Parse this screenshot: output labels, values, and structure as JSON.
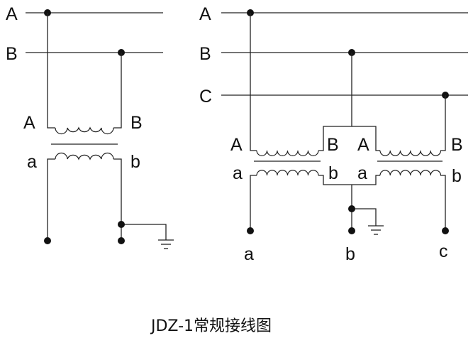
{
  "caption": "JDZ-1常规接线图",
  "left": {
    "bus_labels": [
      "A",
      "B"
    ],
    "primary_labels": [
      "A",
      "B"
    ],
    "secondary_labels": [
      "a",
      "b"
    ]
  },
  "right": {
    "bus_labels": [
      "A",
      "B",
      "C"
    ],
    "t1_primary": [
      "A",
      "B"
    ],
    "t1_secondary": [
      "a",
      "b"
    ],
    "t2_primary": [
      "A",
      "B"
    ],
    "t2_secondary": [
      "a",
      "b"
    ],
    "output_labels": [
      "a",
      "b",
      "c"
    ]
  },
  "colors": {
    "line": "#222222",
    "text": "#111111",
    "background": "#ffffff"
  },
  "icons": [
    "ground-icon",
    "junction-dot",
    "transformer-coil"
  ]
}
